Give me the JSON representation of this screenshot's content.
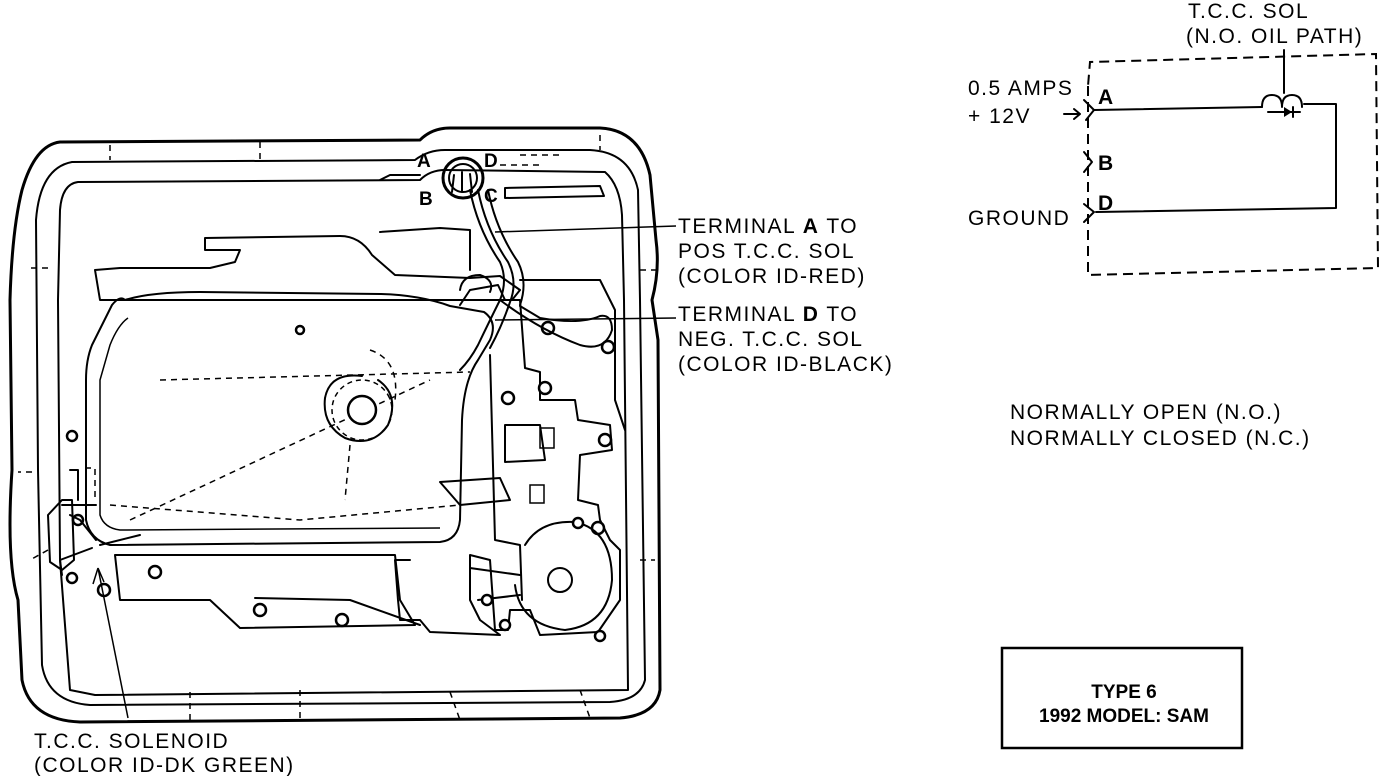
{
  "callouts": {
    "terminal_a": {
      "l1_pre": "TERMINAL ",
      "l1_bold": "A",
      "l1_post": " TO",
      "l2": "POS T.C.C. SOL",
      "l3": "(COLOR ID-RED)"
    },
    "terminal_d": {
      "l1_pre": "TERMINAL ",
      "l1_bold": "D",
      "l1_post": " TO",
      "l2": "NEG. T.C.C. SOL",
      "l3": "(COLOR ID-BLACK)"
    },
    "solenoid": {
      "l1": "T.C.C. SOLENOID",
      "l2": "(COLOR ID-DK GREEN)"
    }
  },
  "connector_letters": {
    "a": "A",
    "b": "B",
    "c": "C",
    "d": "D"
  },
  "schematic": {
    "title1": "T.C.C. SOL",
    "title2": "(N.O. OIL PATH)",
    "amps": "0.5 AMPS",
    "volts": "+ 12V",
    "ground": "GROUND",
    "pins": {
      "a": "A",
      "b": "B",
      "d": "D"
    }
  },
  "legend": {
    "line1": "NORMALLY OPEN (N.O.)",
    "line2": "NORMALLY CLOSED (N.C.)"
  },
  "type_box": {
    "line1": "TYPE 6",
    "line2": "1992 MODEL: SAM"
  }
}
